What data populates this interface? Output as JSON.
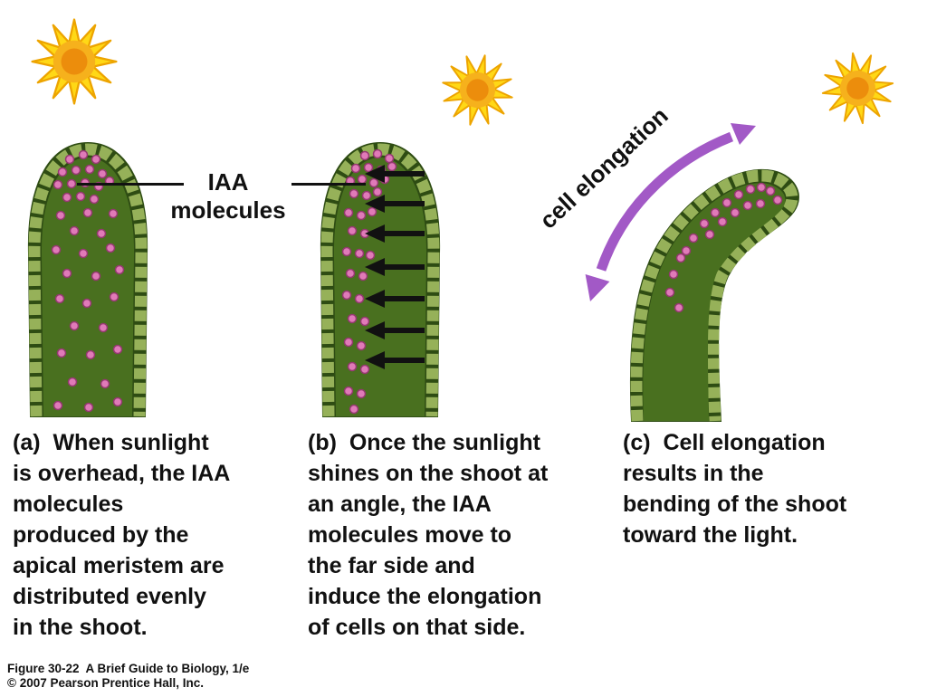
{
  "colors": {
    "shoot_outline": "#2e4c13",
    "shoot_fill": "#49701f",
    "cell_block": "#96b159",
    "dot_fill": "#e07ab8",
    "dot_stroke": "#94386f",
    "arrow_black": "#111111",
    "arrow_purple": "#a259c6",
    "sun_ray": "#ffd816",
    "sun_ray_edge": "#eda400",
    "sun_mid": "#f6b11c",
    "sun_core": "#ec8d0c",
    "text": "#111111"
  },
  "labels": {
    "iaa": [
      "IAA",
      "molecules"
    ],
    "cell_elongation": "cell elongation"
  },
  "captions": {
    "a": [
      "(a)  When sunlight",
      "is overhead, the IAA",
      "molecules",
      "produced by the",
      "apical meristem are",
      "distributed evenly",
      "in the shoot."
    ],
    "b": [
      "(b)  Once the sunlight",
      "shines on the shoot at",
      "an angle, the IAA",
      "molecules move to",
      "the far side and",
      "induce the elongation",
      "of cells on that side."
    ],
    "c": [
      "(c)  Cell elongation",
      "results in the",
      "bending of the shoot",
      "toward the light."
    ]
  },
  "footer": [
    "Figure 30-22  A Brief Guide to Biology, 1/e",
    "© 2007 Pearson Prentice Hall, Inc."
  ]
}
